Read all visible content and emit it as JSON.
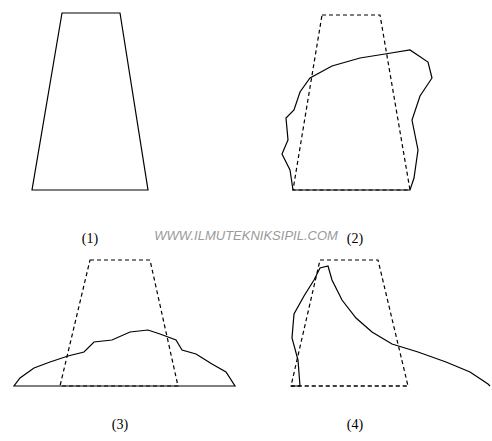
{
  "diagram": {
    "labels": [
      "(1)",
      "(2)",
      "(3)",
      "(4)",
      "WWW.ILMUTEKNIKSIPIL.COM"
    ]
  }
}
